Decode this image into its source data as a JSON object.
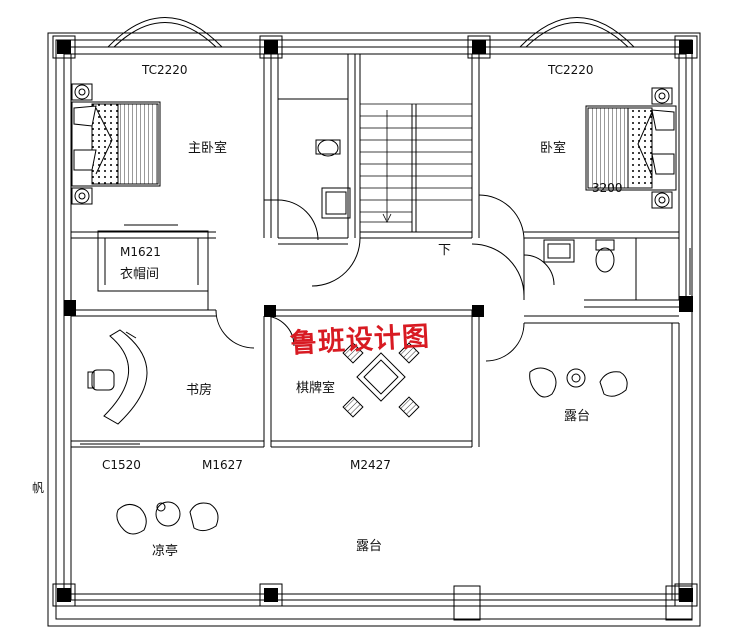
{
  "plan": {
    "rooms": {
      "master_bedroom": "主卧室",
      "bedroom": "卧室",
      "cloakroom": "衣帽间",
      "study": "书房",
      "chess_room": "棋牌室",
      "terrace_right": "露台",
      "terrace_bottom": "露台",
      "pavilion": "凉亭"
    },
    "codes": {
      "window_tl": "TC2220",
      "window_tr": "TC2220",
      "door_cloak": "M1621",
      "window_study": "C1520",
      "door_study": "M1627",
      "door_chess": "M2427",
      "dim_bedroom": "3200"
    },
    "stair_arrow": "下",
    "side_mark": "帆",
    "watermark": "鲁班设计图"
  },
  "colors": {
    "line": "#000000",
    "watermark": "#d81a22",
    "column": "#000000"
  }
}
